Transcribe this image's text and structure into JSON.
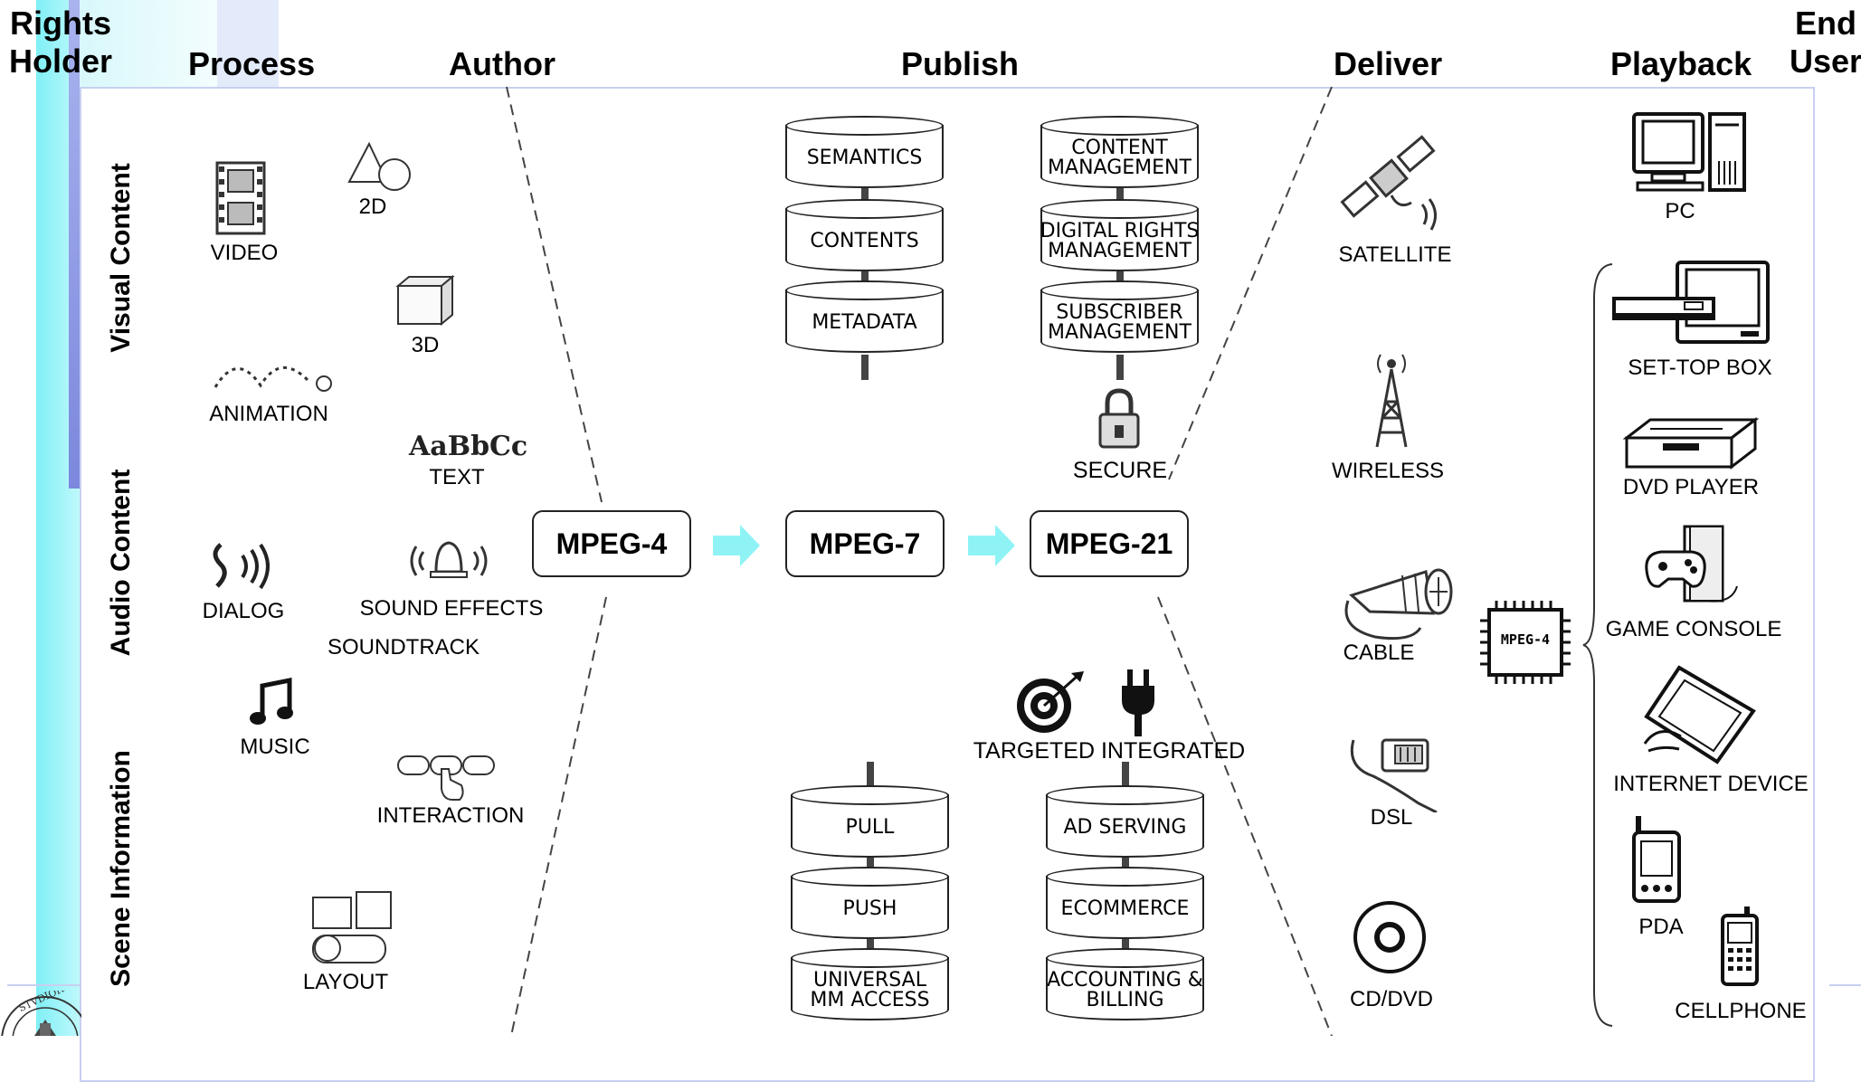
{
  "headers": {
    "rights_holder": "Rights\nHolder",
    "process": "Process",
    "author": "Author",
    "publish": "Publish",
    "deliver": "Deliver",
    "playback": "Playback",
    "end_user": "End\nUser"
  },
  "row_labels": {
    "visual": "Visual Content",
    "audio": "Audio Content",
    "scene": "Scene Information"
  },
  "process_items": {
    "video": "VIDEO",
    "twod": "2D",
    "threed": "3D",
    "animation": "ANIMATION",
    "text_sample": "AaBbCc",
    "text": "TEXT",
    "dialog": "DIALOG",
    "sound_effects": "SOUND EFFECTS",
    "soundtrack": "SOUNDTRACK",
    "music": "MUSIC",
    "interaction": "INTERACTION",
    "layout": "LAYOUT"
  },
  "standards": {
    "mpeg4": "MPEG-4",
    "mpeg7": "MPEG-7",
    "mpeg21": "MPEG-21"
  },
  "publish_top_left": [
    "SEMANTICS",
    "CONTENTS",
    "METADATA"
  ],
  "publish_top_right": [
    "CONTENT\nMANAGEMENT",
    "DIGITAL RIGHTS\nMANAGEMENT",
    "SUBSCRIBER\nMANAGEMENT"
  ],
  "secure": "SECURE",
  "targeted_integrated": "TARGETED INTEGRATED",
  "publish_bottom_left": [
    "PULL",
    "PUSH",
    "UNIVERSAL\nMM ACCESS"
  ],
  "publish_bottom_right": [
    "AD SERVING",
    "ECOMMERCE",
    "ACCOUNTING &\nBILLING"
  ],
  "deliver_items": {
    "satellite": "SATELLITE",
    "wireless": "WIRELESS",
    "cable": "CABLE",
    "dsl": "DSL",
    "cd_dvd": "CD/DVD"
  },
  "chip_label": "MPEG-4",
  "playback_items": {
    "pc": "PC",
    "set_top_box": "SET-TOP BOX",
    "dvd_player": "DVD PLAYER",
    "game_console": "GAME CONSOLE",
    "internet_device": "INTERNET DEVICE",
    "pda": "PDA",
    "cellphone": "CELLPHONE"
  },
  "colors": {
    "arrow": "#8ff3f5",
    "frame": "#c8d0f0",
    "left_bar": "#5ee8f0"
  }
}
